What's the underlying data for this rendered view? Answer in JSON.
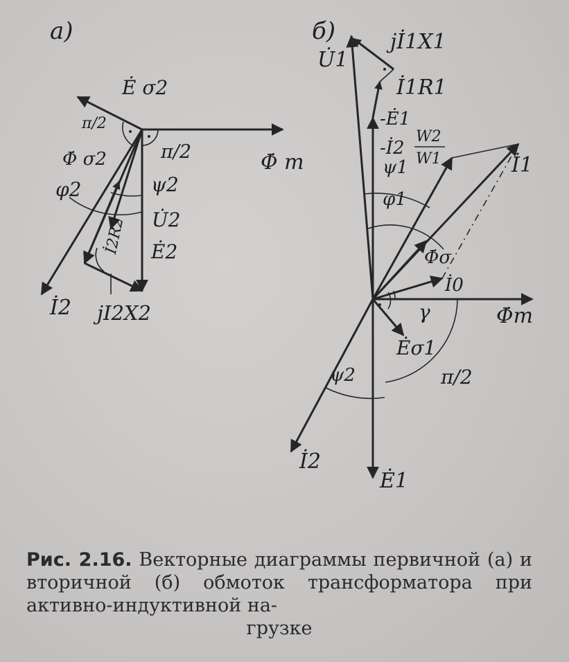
{
  "panels": {
    "a": {
      "tag": "а)",
      "labels": {
        "e_sigma2": "Ė σ2",
        "pi2_left": "π/2",
        "pi2_right": "π/2",
        "phi_sigma2": "Φ̇ σ2",
        "phi_m": "Φ̇ m",
        "psi2": "ψ2",
        "phi2_angle": "φ2",
        "u2": "U̇2",
        "i2r2": "İ2R2",
        "e2": "Ė2",
        "i2": "İ2",
        "jix": "jI2X2"
      }
    },
    "b": {
      "tag": "б)",
      "labels": {
        "u1": "U̇1",
        "ji1x1": "jİ1X1",
        "i1r1": "İ1R1",
        "minus_e1": "-Ė1",
        "minus_i2w": "-İ2",
        "w2": "W2",
        "w1": "W1",
        "psi1": "ψ1",
        "phi1": "φ1",
        "i1": "İ1",
        "phi_sigma": "Φ̇σ",
        "i0": "İ0",
        "gamma": "γ",
        "phi_m": "Φ̇m",
        "e_sigma1": "Ėσ1",
        "psi2": "ψ2",
        "pi2": "π/2",
        "i2": "İ2",
        "e1": "Ė1"
      }
    }
  },
  "caption": {
    "number": "Рис. 2.16.",
    "text": "Векторные диаграммы первичной (а) и вторичной (б) обмоток трансформатора при активно-индуктивной на-",
    "last_line": "грузке"
  }
}
